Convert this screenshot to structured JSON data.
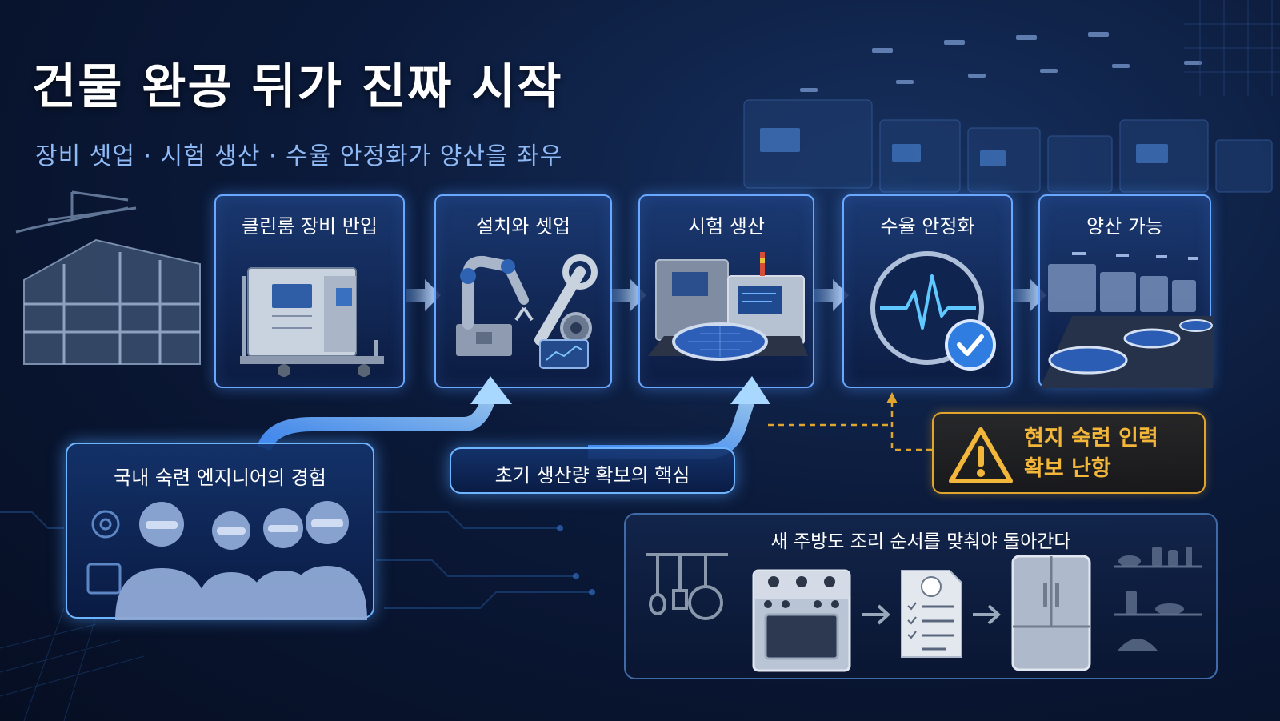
{
  "header": {
    "title": "건물 완공 뒤가 진짜 시작",
    "subtitle": "장비 셋업 · 시험 생산 · 수율 안정화가 양산을 좌우"
  },
  "steps": [
    {
      "label": "클린룸 장비 반입",
      "icon": "equipment-cart-icon"
    },
    {
      "label": "설치와 셋업",
      "icon": "robot-arm-wrench-icon"
    },
    {
      "label": "시험 생산",
      "icon": "wafer-machine-icon"
    },
    {
      "label": "수율 안정화",
      "icon": "heartbeat-check-icon"
    },
    {
      "label": "양산 가능",
      "icon": "production-line-icon"
    }
  ],
  "engineers": {
    "label": "국내 숙련 엔지니어의 경험"
  },
  "core": {
    "label": "초기 생산량 확보의 핵심"
  },
  "warning": {
    "line1": "현지 숙련 인력",
    "line2": "확보 난항",
    "icon": "warning-triangle-icon"
  },
  "kitchen": {
    "label": "새 주방도 조리 순서를 맞춰야 돌아간다"
  },
  "colors": {
    "accent": "#6aa8ff",
    "warning": "#e0a52d",
    "check": "#2f7de0"
  }
}
